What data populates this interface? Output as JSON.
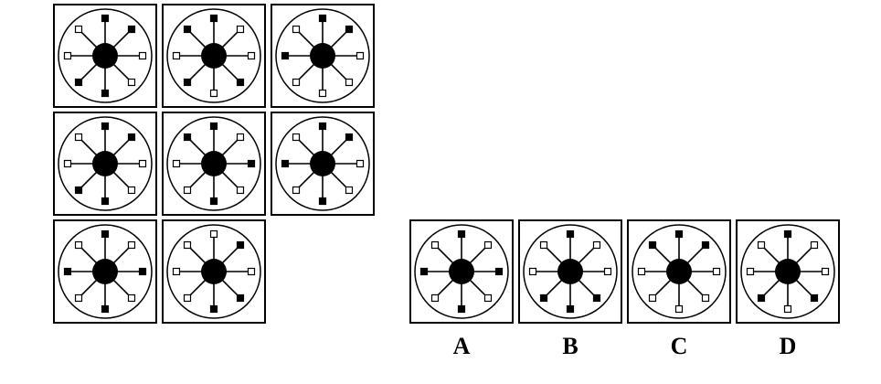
{
  "puzzle": {
    "cells": [
      {
        "id": "r1c1",
        "dots": [
          "filled",
          "filled",
          "empty",
          "empty",
          "filled",
          "filled",
          "empty",
          "empty"
        ]
      },
      {
        "id": "r1c2",
        "dots": [
          "filled",
          "empty",
          "empty",
          "filled",
          "empty",
          "filled",
          "empty",
          "filled"
        ]
      },
      {
        "id": "r1c3",
        "dots": [
          "filled",
          "filled",
          "empty",
          "empty",
          "empty",
          "empty",
          "filled",
          "empty"
        ]
      },
      {
        "id": "r2c1",
        "dots": [
          "filled",
          "filled",
          "empty",
          "empty",
          "filled",
          "filled",
          "empty",
          "empty"
        ]
      },
      {
        "id": "r2c2",
        "dots": [
          "filled",
          "empty",
          "filled",
          "empty",
          "filled",
          "empty",
          "empty",
          "filled"
        ]
      },
      {
        "id": "r2c3",
        "dots": [
          "filled",
          "filled",
          "empty",
          "empty",
          "filled",
          "empty",
          "filled",
          "empty"
        ]
      },
      {
        "id": "r3c1",
        "dots": [
          "filled",
          "empty",
          "filled",
          "empty",
          "filled",
          "empty",
          "filled",
          "empty"
        ]
      },
      {
        "id": "r3c2",
        "dots": [
          "empty",
          "filled",
          "empty",
          "filled",
          "filled",
          "empty",
          "empty",
          "empty"
        ]
      }
    ]
  },
  "options": [
    {
      "label": "A",
      "dots": [
        "filled",
        "empty",
        "filled",
        "empty",
        "filled",
        "empty",
        "filled",
        "empty"
      ]
    },
    {
      "label": "B",
      "dots": [
        "filled",
        "empty",
        "empty",
        "filled",
        "filled",
        "filled",
        "empty",
        "empty"
      ]
    },
    {
      "label": "C",
      "dots": [
        "filled",
        "filled",
        "empty",
        "empty",
        "empty",
        "empty",
        "empty",
        "filled"
      ]
    },
    {
      "label": "D",
      "dots": [
        "filled",
        "empty",
        "empty",
        "filled",
        "empty",
        "filled",
        "empty",
        "empty"
      ]
    }
  ],
  "colors": {
    "stroke": "#000000",
    "background": "#ffffff"
  }
}
